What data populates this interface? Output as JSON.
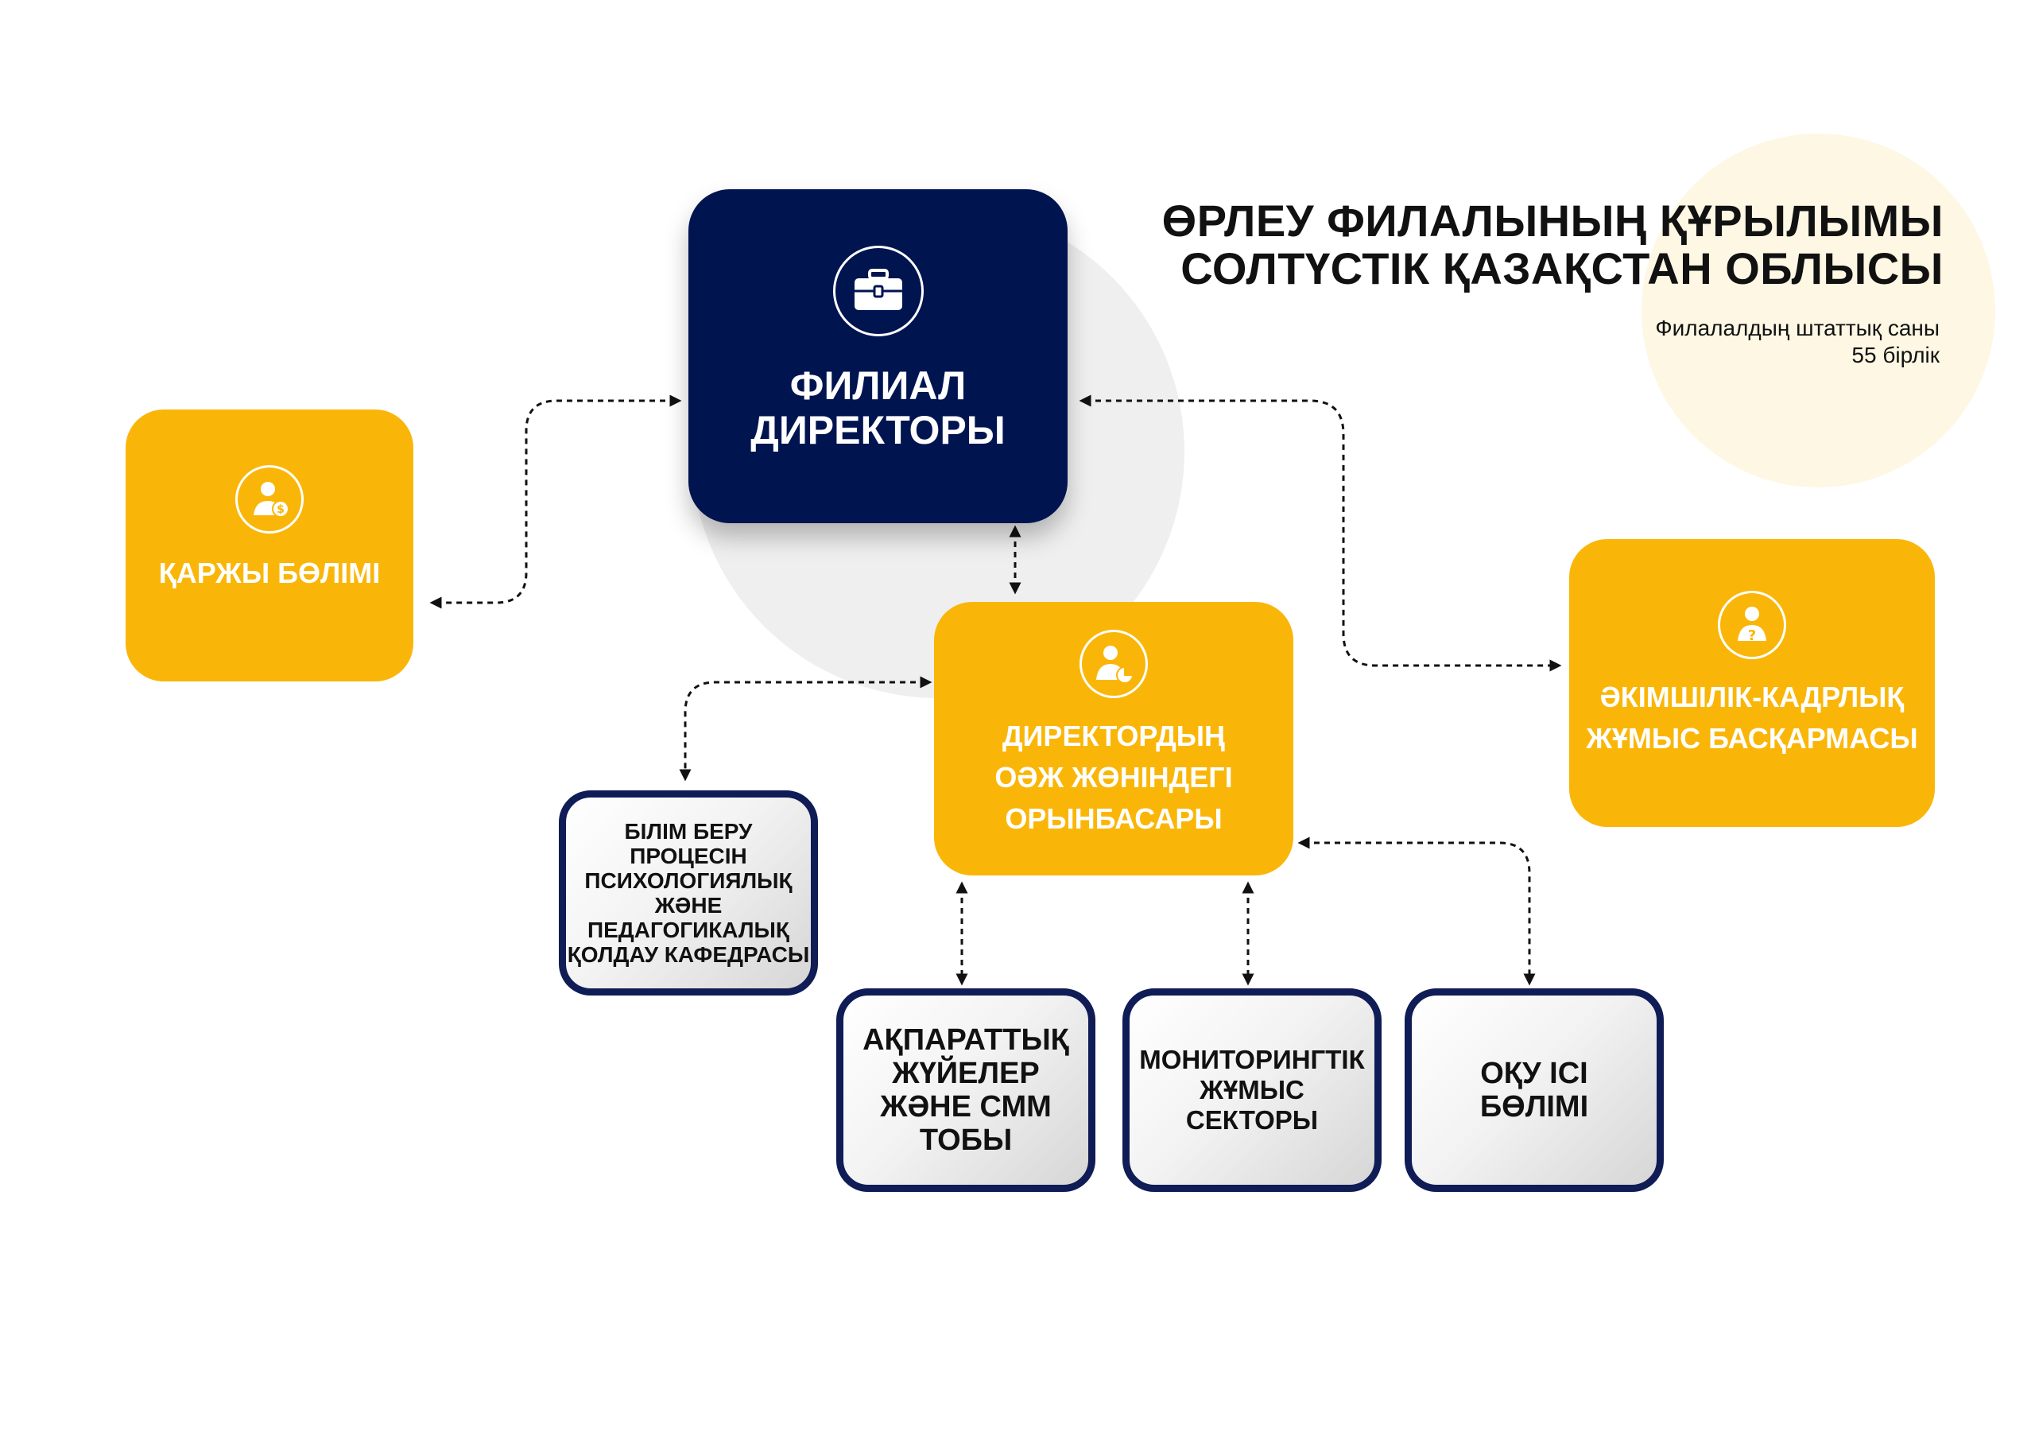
{
  "header": {
    "title_line1": "ӨРЛЕУ ФИЛАЛЫНЫҢ ҚҰРЫЛЫМЫ",
    "title_line2": "СОЛТҮСТІК ҚАЗАҚСТАН ОБЛЫСЫ",
    "staff_label": "Филалалдың штаттық саны",
    "staff_count": "55 бірлік"
  },
  "nodes": {
    "director": {
      "line1": "ФИЛИАЛ",
      "line2": "ДИРЕКТОРЫ",
      "icon": "briefcase-icon"
    },
    "finance": {
      "label": "ҚАРЖЫ БӨЛІМІ",
      "icon": "finance-person-icon"
    },
    "admin_hr": {
      "line1": "ӘКІМШІЛІК-КАДРЛЫҚ",
      "line2": "ЖҰМЫС БАСҚАРМАСЫ",
      "icon": "question-person-icon"
    },
    "deputy": {
      "line1": "ДИРЕКТОРДЫҢ",
      "line2": "ОӘЖ ЖӨНІНДЕГІ",
      "line3": "ОРЫНБАСАРЫ",
      "icon": "chart-person-icon"
    },
    "psych_dept": {
      "line1": "БІЛІМ БЕРУ",
      "line2": "ПРОЦЕСІН",
      "line3": "ПСИХОЛОГИЯЛЫҚ",
      "line4": "ЖӘНЕ",
      "line5": "ПЕДАГОГИКАЛЫҚ",
      "line6": "ҚОЛДАУ КАФЕДРАСЫ"
    },
    "it_smm": {
      "line1": "АҚПАРАТТЫҚ",
      "line2": "ЖҮЙЕЛЕР",
      "line3": "ЖӘНЕ СММ",
      "line4": "ТОБЫ"
    },
    "monitoring": {
      "line1": "МОНИТОРИНГТІК",
      "line2": "ЖҰМЫС",
      "line3": "СЕКТОРЫ"
    },
    "academic": {
      "line1": "ОҚУ ІСІ",
      "line2": "БӨЛІМІ"
    }
  },
  "colors": {
    "navy": "#001450",
    "gold": "#fab608",
    "cream": "#fdf7e4",
    "grey_circle": "#efefef"
  }
}
